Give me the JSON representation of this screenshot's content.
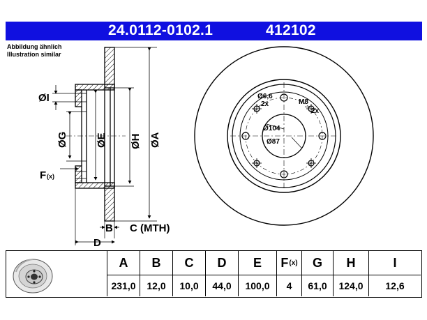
{
  "header": {
    "part_number": "24.0112-0102.1",
    "ref_number": "412102",
    "bg_color": "#1010e0"
  },
  "caption": {
    "line1": "Abbildung ähnlich",
    "line2": "Illustration similar"
  },
  "side_view_labels": {
    "I": "ØI",
    "G": "ØG",
    "E": "ØE",
    "H": "ØH",
    "A": "ØA",
    "F": "F",
    "F_sup": "(x)",
    "B": "B",
    "C": "C (MTH)",
    "D": "D"
  },
  "front_view_labels": {
    "bolt_hole": "Ø6,6",
    "bolt_hole_count": "2x",
    "thread": "M8",
    "thread_count": "2x",
    "pcd": "Ø104",
    "center_bore": "Ø87"
  },
  "table": {
    "columns": [
      {
        "header": "A",
        "value": "231,0"
      },
      {
        "header": "B",
        "value": "12,0"
      },
      {
        "header": "C",
        "value": "10,0"
      },
      {
        "header": "D",
        "value": "44,0"
      },
      {
        "header": "E",
        "value": "100,0"
      },
      {
        "header": "F",
        "header_sup": "(x)",
        "value": "4"
      },
      {
        "header": "G",
        "value": "61,0"
      },
      {
        "header": "H",
        "value": "124,0"
      },
      {
        "header": "I",
        "value": "12,6"
      }
    ]
  }
}
